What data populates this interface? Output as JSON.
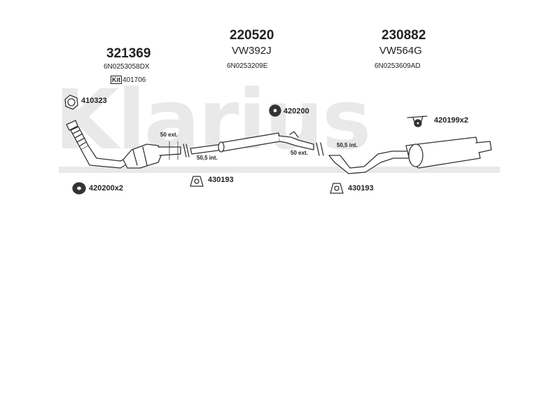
{
  "watermark": {
    "text": "Klarius",
    "color": "#e9e9e9"
  },
  "parts": [
    {
      "number": "321369",
      "oem": "6N0253058DX",
      "kit_label": "Kit",
      "kit_number": "401706"
    },
    {
      "number": "220520",
      "code": "VW392J",
      "oem": "6N0253209E"
    },
    {
      "number": "230882",
      "code": "VW564G",
      "oem": "6N0253609AD"
    }
  ],
  "accessories": {
    "clamp_410323": "410323",
    "ring_420200": "420200",
    "mount_420199": "420199x2",
    "ring_420200x2": "420200x2",
    "bracket_430193_a": "430193",
    "bracket_430193_b": "430193"
  },
  "dimensions": {
    "left_ext": "50 ext.",
    "left_int": "50,5 int.",
    "right_ext": "50 ext.",
    "right_int": "50,5 int."
  },
  "colors": {
    "line": "#333333",
    "fill": "#ffffff"
  }
}
